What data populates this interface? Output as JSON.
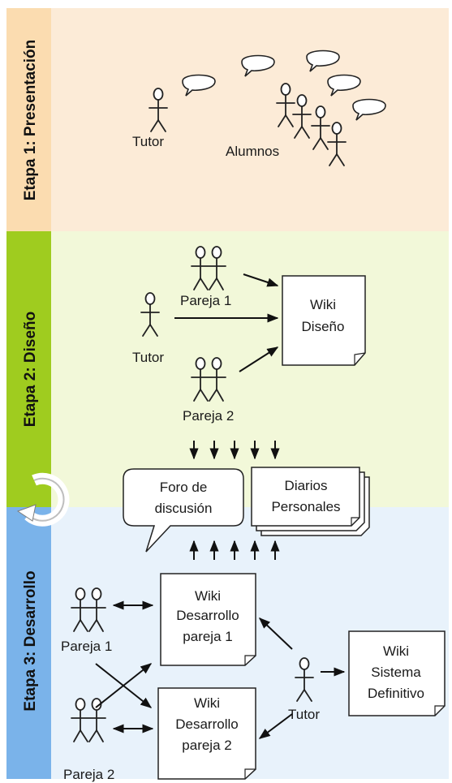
{
  "stages": [
    {
      "label": "Etapa 1: Presentación",
      "color": "#fbdcb0",
      "bg": "#fcebd7"
    },
    {
      "label": "Etapa 2: Diseño",
      "color": "#9fcc1f",
      "bg": "#f2f8d9"
    },
    {
      "label": "Etapa 3: Desarrollo",
      "color": "#7ab3ea",
      "bg": "#e8f2fb"
    }
  ],
  "stage1": {
    "tutor": "Tutor",
    "students": "Alumnos"
  },
  "stage2": {
    "pair1": "Pareja 1",
    "pair2": "Pareja 2",
    "tutor": "Tutor",
    "wiki_line1": "Wiki",
    "wiki_line2": "Diseño"
  },
  "shared": {
    "forum_line1": "Foro de",
    "forum_line2": "discusión",
    "diaries_line1": "Diarios",
    "diaries_line2": "Personales"
  },
  "stage3": {
    "pair1": "Pareja 1",
    "pair2": "Pareja 2",
    "tutor": "Tutor",
    "wiki1_line1": "Wiki",
    "wiki1_line2": "Desarrollo",
    "wiki1_line3": "pareja 1",
    "wiki2_line1": "Wiki",
    "wiki2_line2": "Desarrollo",
    "wiki2_line3": "pareja 2",
    "final_line1": "Wiki",
    "final_line2": "Sistema",
    "final_line3": "Definitivo"
  }
}
